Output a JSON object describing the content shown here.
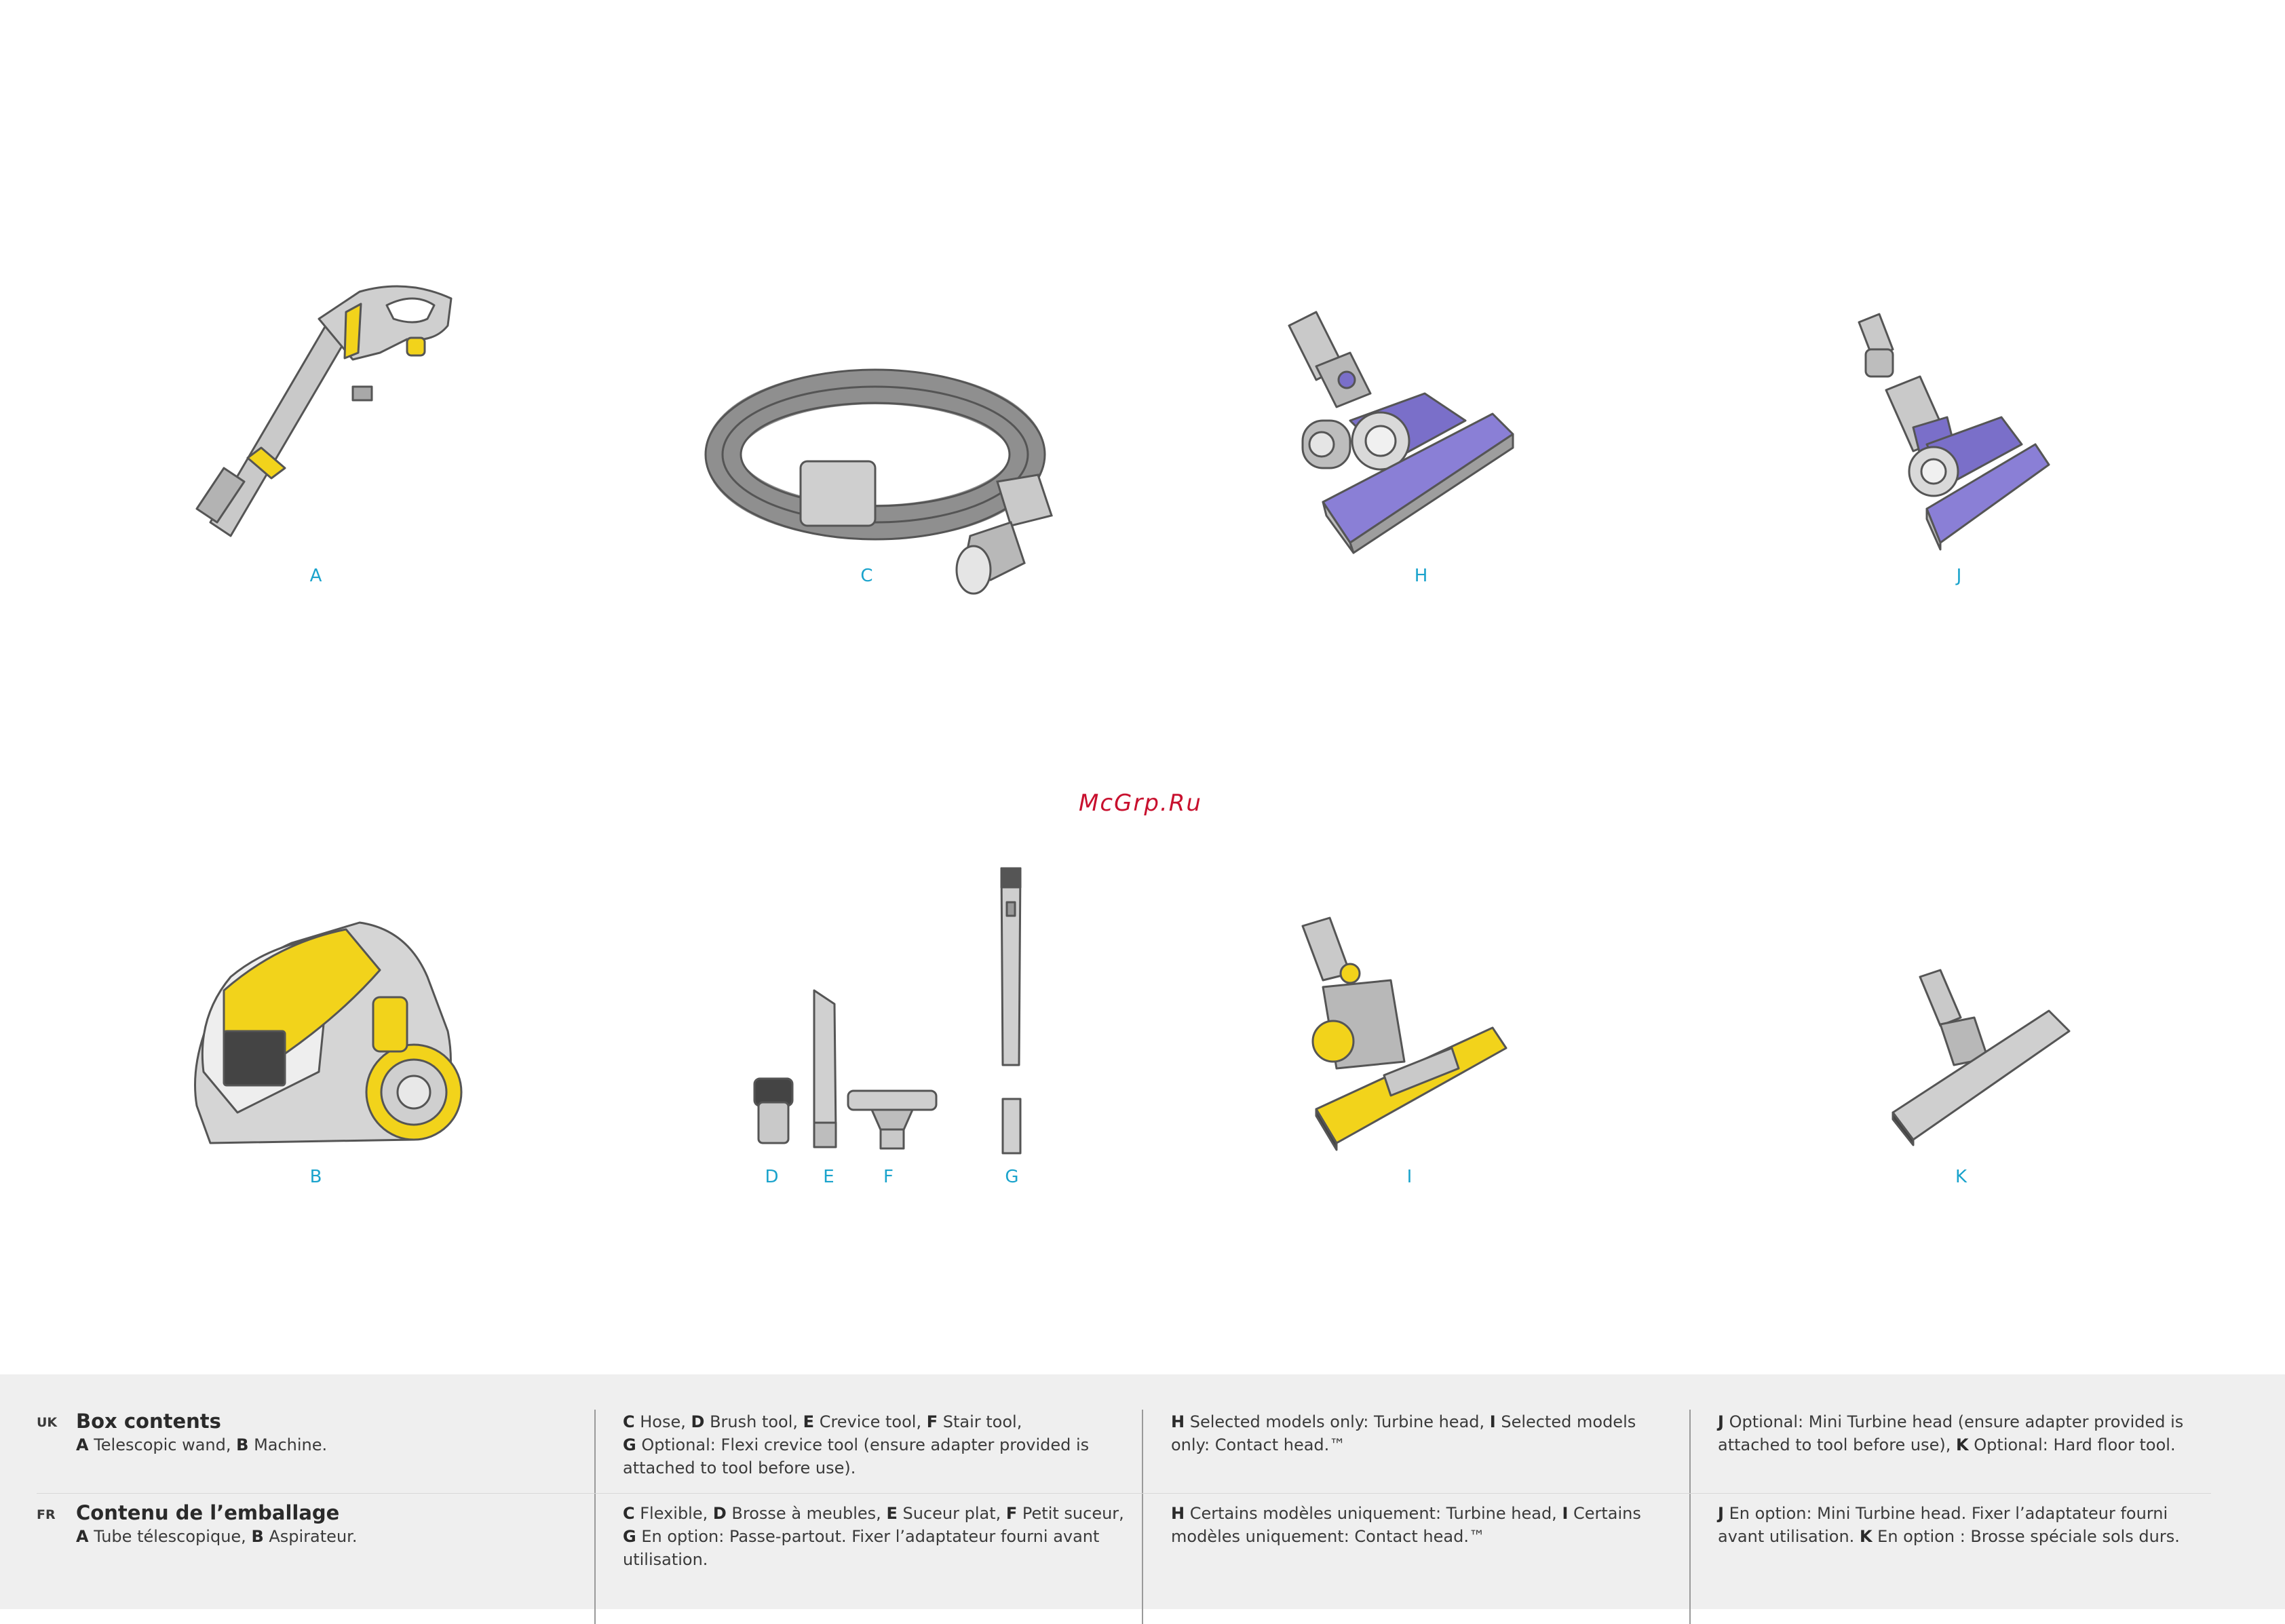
{
  "watermark": "McGrp.Ru",
  "items": {
    "A": {
      "label": "A"
    },
    "C": {
      "label": "C"
    },
    "H": {
      "label": "H"
    },
    "J": {
      "label": "J"
    },
    "B": {
      "label": "B"
    },
    "D": {
      "label": "D"
    },
    "E": {
      "label": "E"
    },
    "F": {
      "label": "F"
    },
    "G": {
      "label": "G"
    },
    "I": {
      "label": "I"
    },
    "K": {
      "label": "K"
    }
  },
  "colors": {
    "grey": "#bdbdbd",
    "grey_dark": "#8c8c8c",
    "yellow": "#f2d31b",
    "purple": "#7a6fc9",
    "label": "#1aa3cc",
    "footer_bg": "#efefef"
  },
  "footer": {
    "uk": {
      "lang": "UK",
      "title": "Box contents",
      "col1": {
        "A": "A",
        "A_text": " Telescopic wand, ",
        "B": "B",
        "B_text": " Machine."
      },
      "col2": {
        "C": "C",
        "C_text": " Hose, ",
        "D": "D",
        "D_text": " Brush tool, ",
        "E": "E",
        "E_text": " Crevice tool, ",
        "F": "F",
        "F_text": " Stair tool,",
        "G": "G",
        "G_text": " Optional: Flexi crevice tool (ensure adapter provided is attached to tool before use)."
      },
      "col3": {
        "H": "H",
        "H_text": " Selected models only: Turbine head, ",
        "I": "I",
        "I_text": " Selected models only: Contact head.™"
      },
      "col4": {
        "J": "J",
        "J_text": " Optional: Mini Turbine head (ensure adapter provided is attached to tool before use), ",
        "K": "K",
        "K_text": " Optional: Hard floor tool."
      }
    },
    "fr": {
      "lang": "FR",
      "title": "Contenu de l’emballage",
      "col1": {
        "A": "A",
        "A_text": " Tube télescopique, ",
        "B": "B",
        "B_text": " Aspirateur."
      },
      "col2": {
        "C": "C",
        "C_text": " Flexible, ",
        "D": "D",
        "D_text": " Brosse à meubles, ",
        "E": "E",
        "E_text": " Suceur plat, ",
        "F": "F",
        "F_text": " Petit suceur,",
        "G": "G",
        "G_text": " En option: Passe-partout. Fixer l’adaptateur fourni avant utilisation."
      },
      "col3": {
        "H": "H",
        "H_text": " Certains modèles uniquement: Turbine head, ",
        "I": "I",
        "I_text": " Certains modèles uniquement: Contact head.™"
      },
      "col4": {
        "J": "J",
        "J_text": " En option: Mini Turbine head. Fixer l’adaptateur fourni avant utilisation. ",
        "K": "K",
        "K_text": " En option : Brosse spéciale sols durs."
      }
    }
  }
}
